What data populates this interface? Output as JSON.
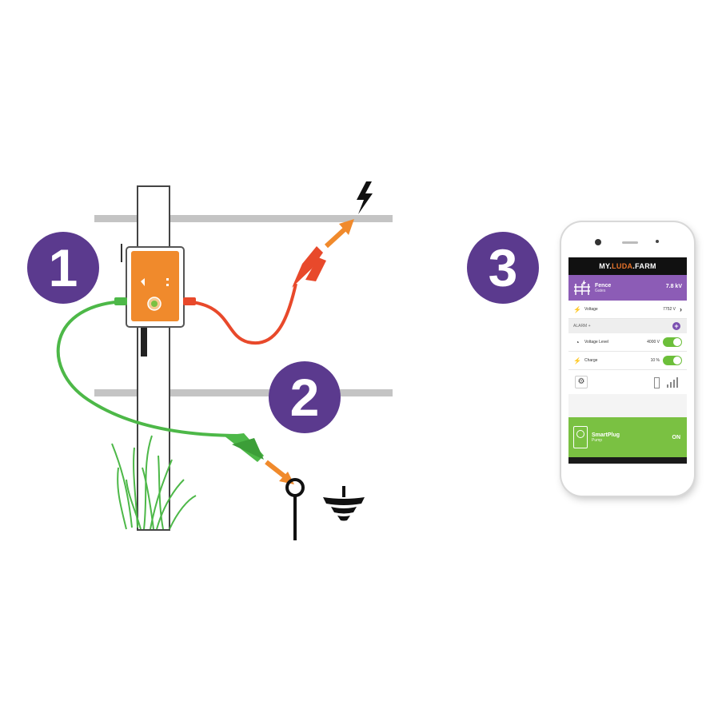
{
  "steps": [
    {
      "number": "1"
    },
    {
      "number": "2"
    },
    {
      "number": "3"
    }
  ],
  "colors": {
    "step_circle": "#5b3a8e",
    "device": "#f08a2c",
    "fence_wire": "#c4c4c4",
    "red_lead": "#e8492b",
    "green_lead": "#4db848",
    "arrow": "#f08a2c",
    "app_purple": "#8c5cb6",
    "app_green": "#7ac142"
  },
  "icons": [
    "lightning-icon",
    "ground-icon",
    "grass-icon",
    "ground-rod-icon",
    "antenna-icon"
  ],
  "app": {
    "brand_prefix": "MY.",
    "brand_accent": "LUDA",
    "brand_suffix": ".FARM",
    "fence": {
      "title": "Fence",
      "subtitle": "Gates",
      "value": "7.8 kV"
    },
    "voltage": {
      "label": "Voltage",
      "value": "7752 V"
    },
    "alarm_label": "ALARM +",
    "voltage_level": {
      "label": "Voltage Level",
      "value": "4000 V"
    },
    "charge": {
      "label": "Charge",
      "value": "10 %"
    },
    "smartplug": {
      "title": "SmartPlug",
      "subtitle": "Pump",
      "state": "ON"
    }
  }
}
